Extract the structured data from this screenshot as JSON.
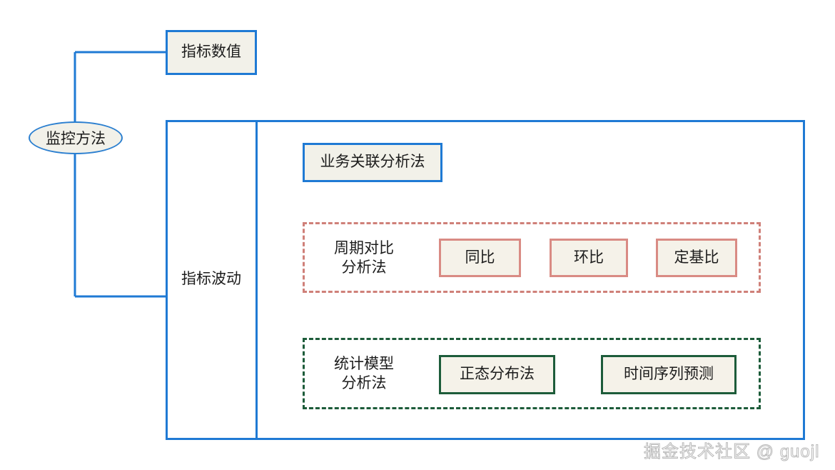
{
  "diagram": {
    "title": "监控方法",
    "watermark": "掘金技术社区 @ guojl",
    "colors": {
      "blue": "#1f7ad4",
      "red": "#cf8079",
      "green": "#1d5c3a",
      "fill": "#f2f1e9",
      "text": "#1c1c1c"
    },
    "root": {
      "label": "监控方法"
    },
    "branches": [
      {
        "label": "指标数值"
      },
      {
        "label": "指标波动"
      }
    ],
    "metric_value_node": {
      "label": "指标数值"
    },
    "metric_fluctuation": {
      "label": "指标波动",
      "standalone_method": {
        "label": "业务关联分析法"
      },
      "groups": [
        {
          "name": "period-comparison",
          "label": "周期对比\n分析法",
          "style": "red",
          "items": [
            {
              "label": "同比"
            },
            {
              "label": "环比"
            },
            {
              "label": "定基比"
            }
          ]
        },
        {
          "name": "statistical-model",
          "label": "统计模型\n分析法",
          "style": "green",
          "items": [
            {
              "label": "正态分布法"
            },
            {
              "label": "时间序列预测"
            }
          ]
        }
      ]
    }
  }
}
